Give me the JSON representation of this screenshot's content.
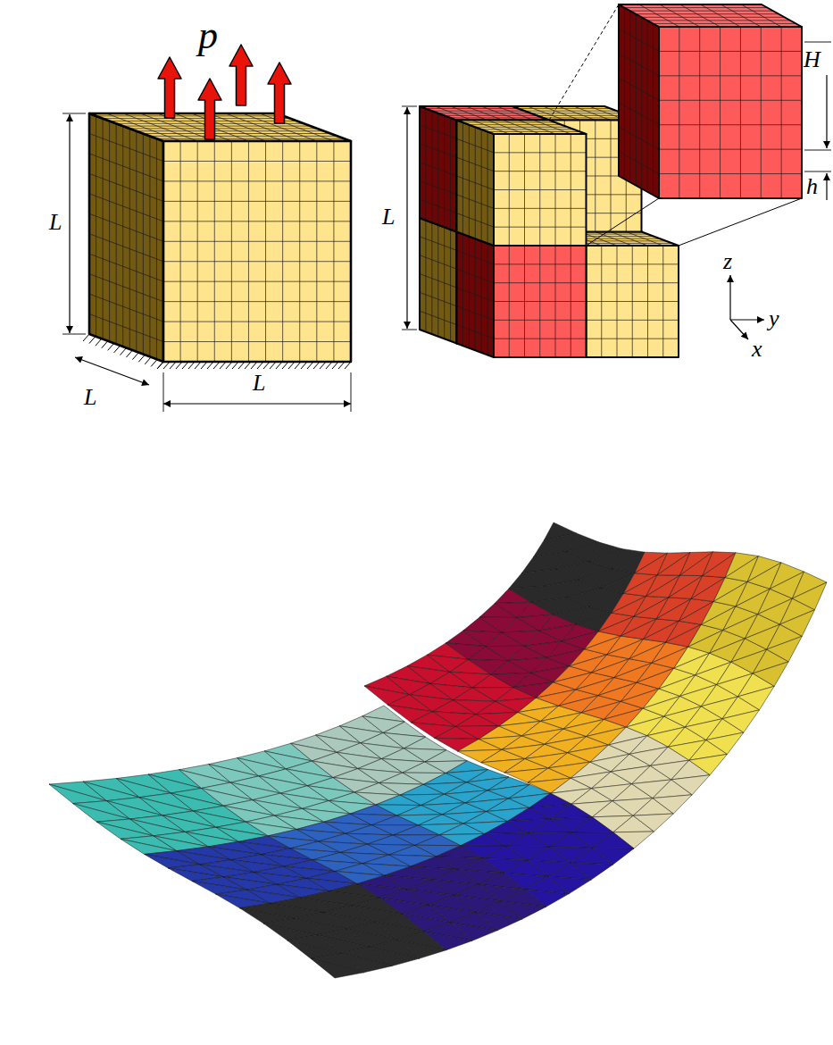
{
  "diagram": {
    "labels": [
      "p",
      "L",
      "L",
      "L",
      "L",
      "H",
      "h",
      "z",
      "y",
      "x"
    ]
  }
}
